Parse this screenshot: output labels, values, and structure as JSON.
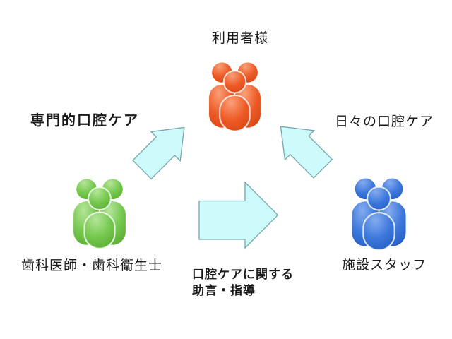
{
  "nodes": {
    "users": {
      "label": "利用者様",
      "colors": {
        "light": "#f9a078",
        "main": "#ee5a26",
        "dark": "#d1430f"
      }
    },
    "dental": {
      "label": "歯科医師・歯科衛生士",
      "colors": {
        "light": "#b5e59a",
        "main": "#74c84d",
        "dark": "#55a42b"
      }
    },
    "staff": {
      "label": "施設スタッフ",
      "colors": {
        "light": "#85abef",
        "main": "#3c78db",
        "dark": "#1f56be"
      }
    }
  },
  "arrows": {
    "professional": {
      "label": "専門的口腔ケア",
      "direction": "up-right"
    },
    "daily": {
      "label": "日々の口腔ケア",
      "direction": "up-left"
    },
    "advice": {
      "label_line1": "口腔ケアに関する",
      "label_line2": "助言・指導",
      "direction": "right"
    }
  },
  "style": {
    "background": "#ffffff",
    "text_color": "#1a1a1a",
    "arrow_fill": "#cdfafa",
    "arrow_stroke": "#74a7ac"
  }
}
